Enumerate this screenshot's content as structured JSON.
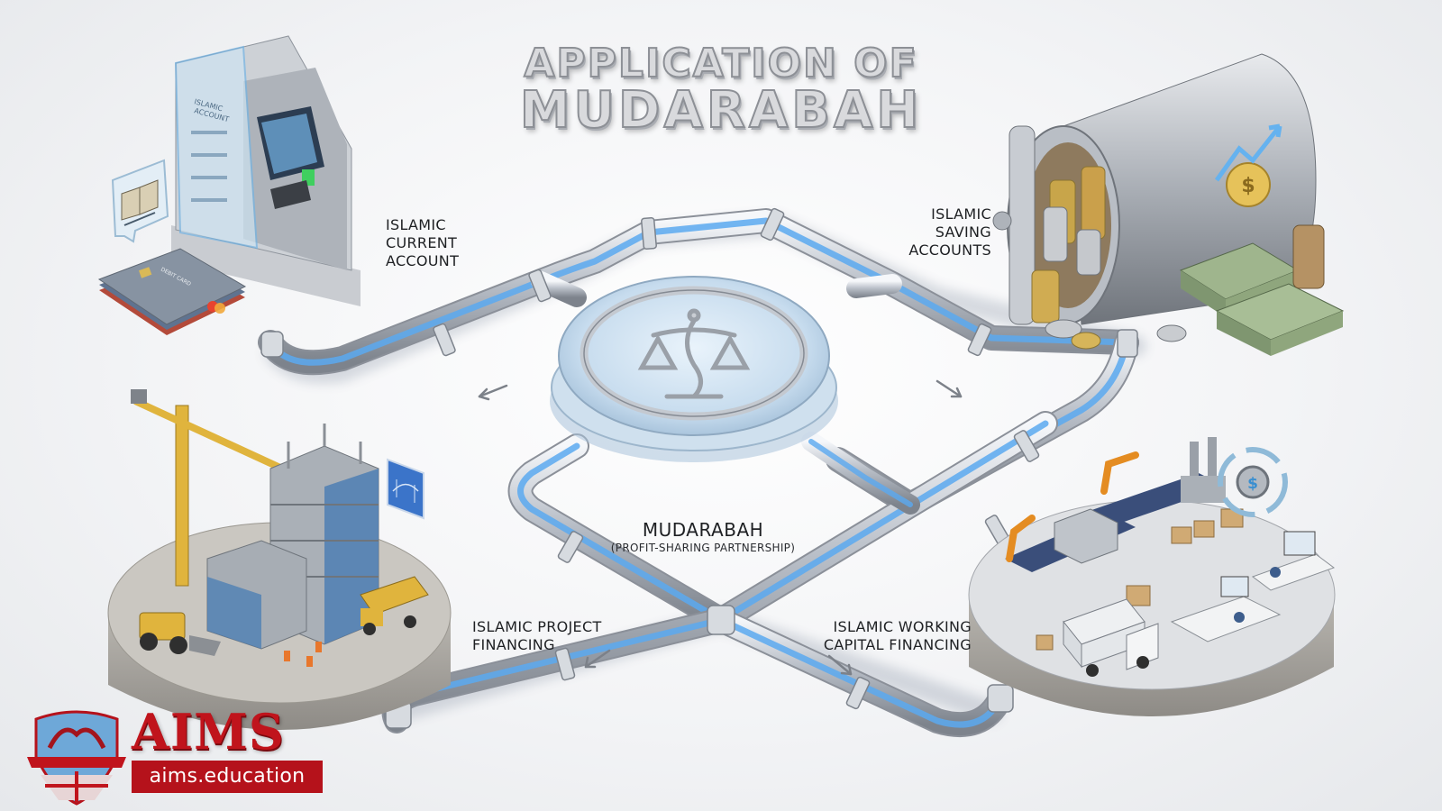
{
  "title": {
    "line1": "APPLICATION OF",
    "line2": "MUDARABAH"
  },
  "center": {
    "icon": "scales-of-justice-icon",
    "label": "MUDARABAH",
    "sublabel": "(PROFIT-SHARING PARTNERSHIP)"
  },
  "branches": [
    {
      "id": "current",
      "lines": [
        "ISLAMIC",
        "CURRENT",
        "ACCOUNT"
      ],
      "illustration": "atm-machine-with-glass-panel",
      "extras": [
        "quran-book-icon",
        "debit-card-stack"
      ],
      "panel_text": "ISLAMIC ACCOUNT",
      "card_text": "DEBIT CARD"
    },
    {
      "id": "saving",
      "lines": [
        "ISLAMIC",
        "SAVING",
        "ACCOUNTS"
      ],
      "illustration": "bank-vault-cylinder-with-coins",
      "extras": [
        "dollar-coin-growth-icon",
        "cash-stacks"
      ]
    },
    {
      "id": "project",
      "lines": [
        "ISLAMIC PROJECT",
        "FINANCING"
      ],
      "illustration": "construction-site-platform",
      "extras": [
        "bridge-blueprint-icon",
        "tower-crane",
        "bulldozer",
        "dump-truck"
      ]
    },
    {
      "id": "working",
      "lines": [
        "ISLAMIC WORKING",
        "CAPITAL FINANCING"
      ],
      "illustration": "factory-production-line-platform",
      "extras": [
        "gear-dollar-cycle-icon",
        "robot-arms",
        "delivery-truck",
        "office-desks"
      ]
    }
  ],
  "flow_arrows": [
    "arrow-to-current",
    "arrow-to-saving",
    "arrow-to-project",
    "arrow-to-working"
  ],
  "logo": {
    "wordmark": "AIMS",
    "url": "aims.education"
  },
  "colors": {
    "pipe_glow": "#5aa9f0",
    "pipe_steel": "#b9bec6",
    "brand_red": "#b5121b",
    "text": "#1e2023",
    "background": "#f3f4f6"
  }
}
